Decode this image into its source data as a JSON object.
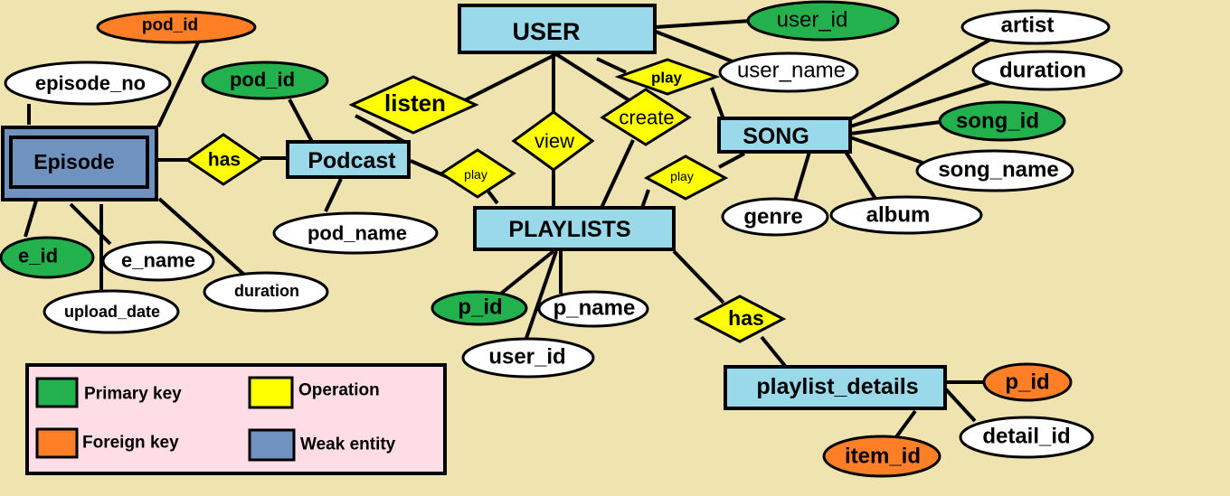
{
  "colors": {
    "background": "#efe4b0",
    "entity": "#99d9ea",
    "weak_entity": "#7092be",
    "primary_key": "#22b14c",
    "foreign_key": "#ff7f27",
    "operation": "#ffff00",
    "attribute": "#ffffff",
    "legend_bg": "#ffdde6"
  },
  "entities": {
    "user": "USER",
    "song": "SONG",
    "podcast": "Podcast",
    "playlists": "PLAYLISTS",
    "playlist_details": "playlist_details",
    "episode": "Episode"
  },
  "relationships": {
    "listen": "listen",
    "view": "view",
    "create": "create",
    "user_play": "play",
    "podcast_play": "play",
    "song_play": "play",
    "episode_has": "has",
    "playlist_has": "has"
  },
  "attributes": {
    "user_id": "user_id",
    "user_name": "user_name",
    "artist": "artist",
    "duration_song": "duration",
    "song_id": "song_id",
    "song_name": "song_name",
    "genre": "genre",
    "album": "album",
    "pod_id_podcast": "pod_id",
    "pod_name": "pod_name",
    "pod_id_episode": "pod_id",
    "episode_no": "episode_no",
    "e_id": "e_id",
    "e_name": "e_name",
    "upload_date": "upload_date",
    "duration_episode": "duration",
    "p_id_playlist": "p_id",
    "p_name": "p_name",
    "playlist_user_id": "user_id",
    "p_id_details": "p_id",
    "detail_id": "detail_id",
    "item_id": "item_id"
  },
  "legend": {
    "primary_key": "Primary key",
    "foreign_key": "Foreign key",
    "operation": "Operation",
    "weak_entity": "Weak entity"
  }
}
